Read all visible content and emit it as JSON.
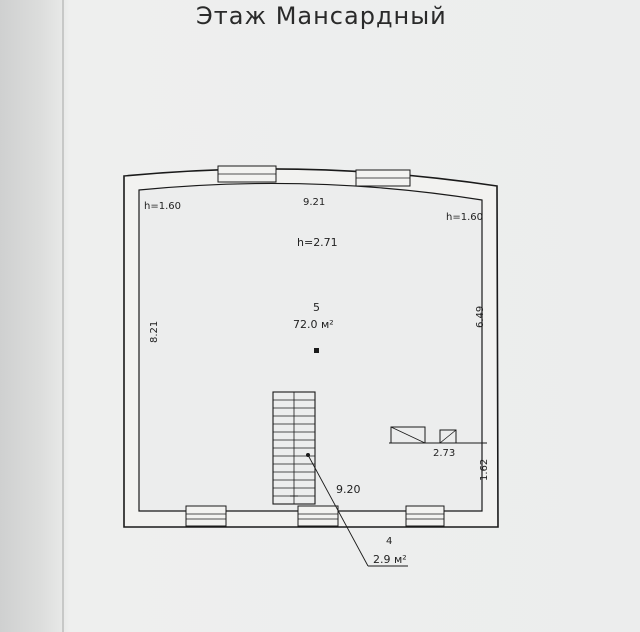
{
  "page": {
    "title": "Этаж Мансардный"
  },
  "plan": {
    "room_main": {
      "number": "5",
      "area": "72.0 м²",
      "height": "h=2.71"
    },
    "room_stair": {
      "number": "4",
      "area": "2.9 м²"
    },
    "dimensions": {
      "top_width": "9.21",
      "bottom_width": "9.20",
      "left_height": "8.21",
      "right_height": "6.49",
      "right_lower": "1.62",
      "ledge_width": "2.73",
      "corner_left_height": "h=1.60",
      "corner_right_height": "h=1.60"
    },
    "colors": {
      "wall": "#f2f2f0",
      "line": "#1a1a1a",
      "paper": "#eceded"
    }
  }
}
